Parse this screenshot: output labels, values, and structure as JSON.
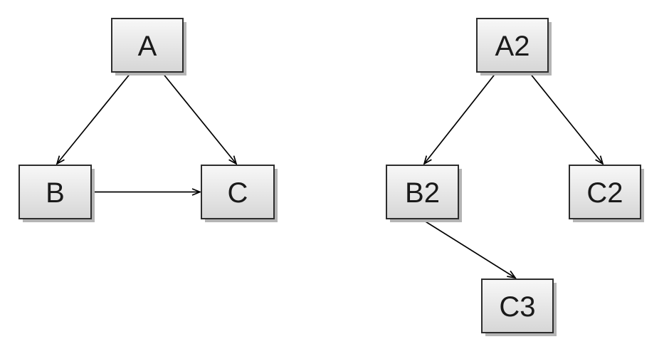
{
  "styles": {
    "background": "#ffffff",
    "node_fill_top": "#f8f8f8",
    "node_fill_bottom": "#d6d6d6",
    "node_border": "#2d2d2d",
    "node_shadow": "#b5b5b5",
    "edge_color": "#000000",
    "label_color": "#1a1a1a"
  },
  "graphs": {
    "left": {
      "nodes": {
        "A": {
          "label": "A"
        },
        "B": {
          "label": "B"
        },
        "C": {
          "label": "C"
        }
      },
      "edges": [
        {
          "from": "A",
          "to": "B"
        },
        {
          "from": "A",
          "to": "C"
        },
        {
          "from": "B",
          "to": "C"
        }
      ]
    },
    "right": {
      "nodes": {
        "A2": {
          "label": "A2"
        },
        "B2": {
          "label": "B2"
        },
        "C2": {
          "label": "C2"
        },
        "C3": {
          "label": "C3"
        }
      },
      "edges": [
        {
          "from": "A2",
          "to": "B2"
        },
        {
          "from": "A2",
          "to": "C2"
        },
        {
          "from": "B2",
          "to": "C3"
        }
      ]
    }
  }
}
